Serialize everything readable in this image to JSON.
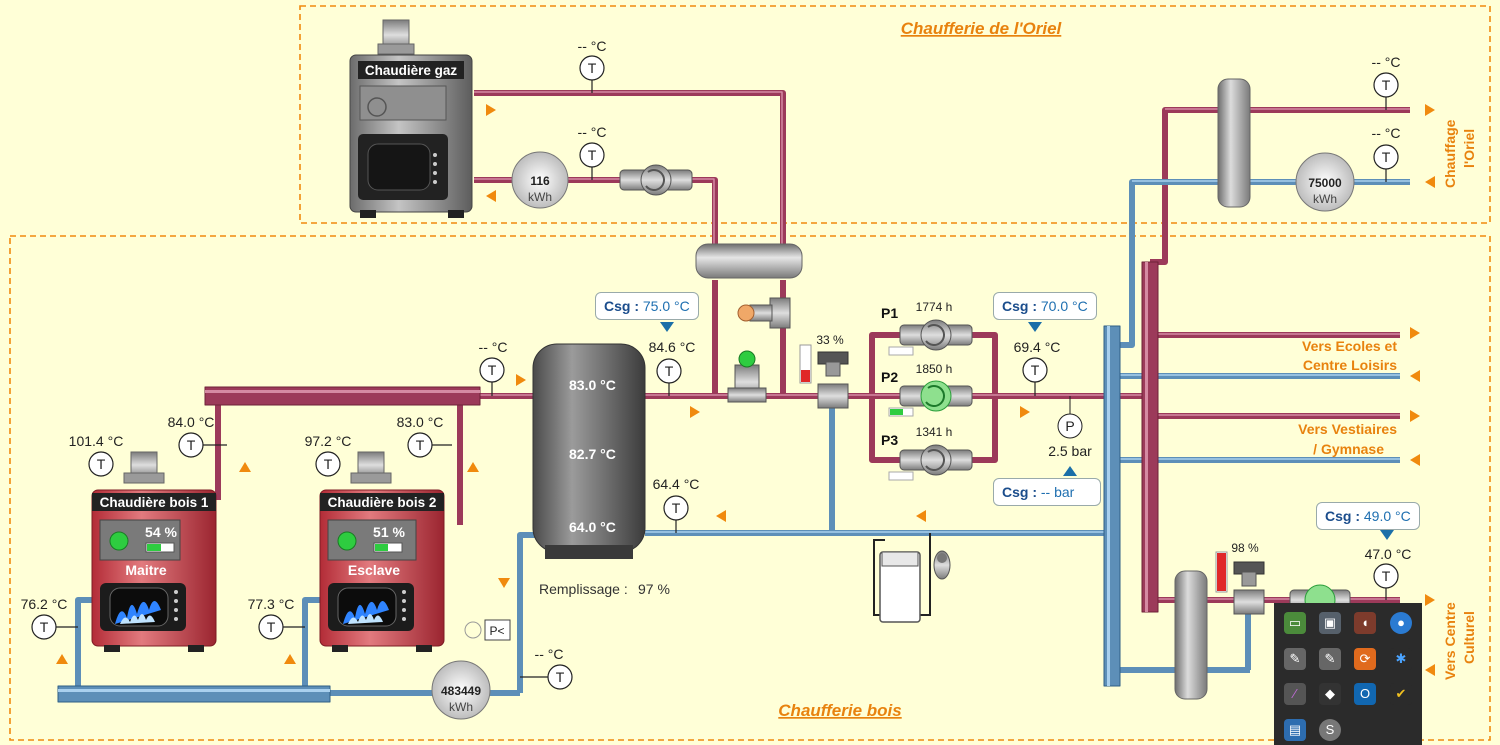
{
  "zones": {
    "oriel_title": "Chaufferie de l'Oriel",
    "bois_title": "Chaufferie bois"
  },
  "boilers": {
    "gaz": {
      "name": "Chaudière gaz"
    },
    "bois1": {
      "name": "Chaudière bois 1",
      "percent": "54 %",
      "role": "Maitre",
      "level": 0.54
    },
    "bois2": {
      "name": "Chaudière bois 2",
      "percent": "51 %",
      "role": "Esclave",
      "level": 0.51
    }
  },
  "meters": {
    "gaz_energy": {
      "value": "116",
      "unit": "kWh"
    },
    "oriel_energy": {
      "value": "75000",
      "unit": "kWh"
    },
    "bois_energy": {
      "value": "483449",
      "unit": "kWh"
    }
  },
  "temps": {
    "gaz_out": "-- °C",
    "gaz_return": "-- °C",
    "oriel_out": "-- °C",
    "oriel_return": "-- °C",
    "bois_collector": "-- °C",
    "tank_out": "84.6 °C",
    "bois1_flue": "101.4 °C",
    "bois1_out": "84.0 °C",
    "bois1_return": "76.2 °C",
    "bois2_flue": "97.2 °C",
    "bois2_out": "83.0 °C",
    "bois2_return": "77.3 °C",
    "tank_return": "64.4 °C",
    "return_line": "-- °C",
    "depart": "69.4 °C",
    "culturel": "47.0 °C"
  },
  "tank": {
    "top": "83.0 °C",
    "middle": "82.7 °C",
    "bottom": "64.0 °C",
    "fill_label": "Remplissage :",
    "fill_value": "97 %"
  },
  "setpoints": {
    "label": "Csg :",
    "tank": "75.0 °C",
    "depart": "70.0 °C",
    "pressure": "-- bar",
    "culturel": "49.0 °C"
  },
  "pumps": [
    {
      "name": "P1",
      "hours": "1774 h",
      "running": false
    },
    {
      "name": "P2",
      "hours": "1850 h",
      "running": true
    },
    {
      "name": "P3",
      "hours": "1341 h",
      "running": false
    }
  ],
  "valves": {
    "main_percent": "33 %",
    "culturel_percent": "98 %"
  },
  "pressure": {
    "symbol": "P",
    "value": "2.5 bar",
    "switch": "P<"
  },
  "sensor_symbol": "T",
  "outputs": {
    "chauffage_oriel": [
      "Chauffage",
      "l'Oriel"
    ],
    "ecoles": [
      "Vers Ecoles et",
      "Centre Loisirs"
    ],
    "vestiaires": [
      "Vers Vestiaires",
      "/ Gymnase"
    ],
    "culturel": [
      "Vers Centre",
      "Culturel"
    ]
  },
  "colors": {
    "hot_pipe": "#9c3a5a",
    "cold_pipe": "#5d8fb8",
    "accent_orange": "#f08a0e",
    "background": "#ffffd7",
    "boiler_red": "#c9424a",
    "boiler_grey": "#8a8a8a"
  },
  "tray_icons": [
    "network-icon",
    "display-icon",
    "speaker-icon",
    "steam-icon",
    "tool-icon",
    "tool2-icon",
    "sync-icon",
    "bluetooth-icon",
    "pen-icon",
    "shield-icon",
    "outlook-icon",
    "check-icon",
    "monitor-icon",
    "skype-icon"
  ]
}
